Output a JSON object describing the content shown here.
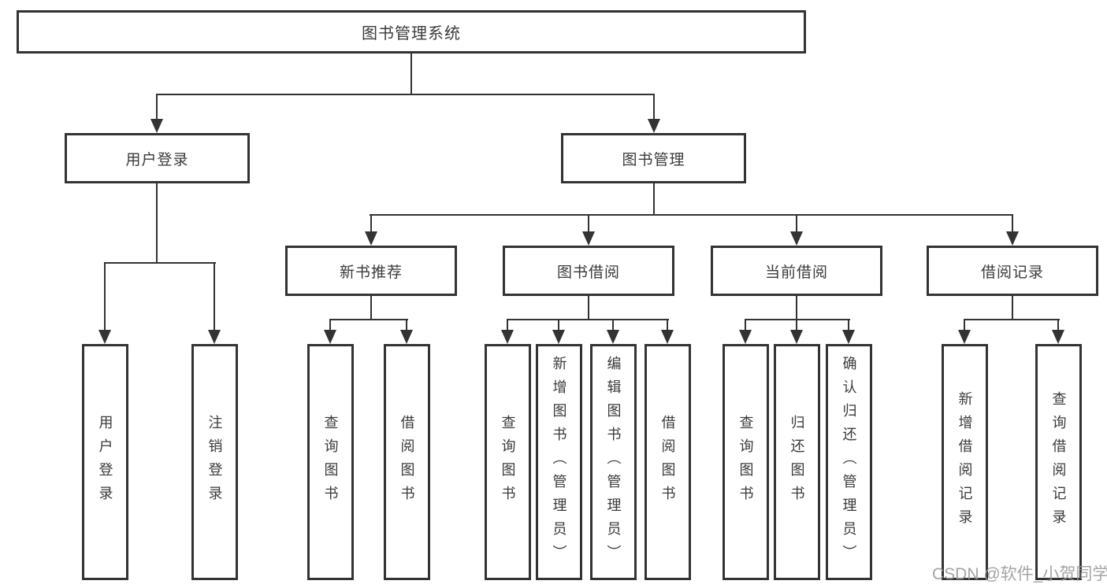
{
  "diagram": {
    "root": {
      "label": "图书管理系统"
    },
    "level2": [
      {
        "label": "用户登录"
      },
      {
        "label": "图书管理"
      }
    ],
    "level3": [
      {
        "label": "新书推荐"
      },
      {
        "label": "图书借阅"
      },
      {
        "label": "当前借阅"
      },
      {
        "label": "借阅记录"
      }
    ],
    "leaves": [
      {
        "label": "用户登录",
        "parent": "用户登录"
      },
      {
        "label": "注销登录",
        "parent": "用户登录"
      },
      {
        "label": "查询图书",
        "parent": "新书推荐"
      },
      {
        "label": "借阅图书",
        "parent": "新书推荐"
      },
      {
        "label": "查询图书",
        "parent": "图书借阅"
      },
      {
        "label": "新增图书（管理员）",
        "parent": "图书借阅"
      },
      {
        "label": "编辑图书（管理员）",
        "parent": "图书借阅"
      },
      {
        "label": "借阅图书",
        "parent": "图书借阅"
      },
      {
        "label": "查询图书",
        "parent": "当前借阅"
      },
      {
        "label": "归还图书",
        "parent": "当前借阅"
      },
      {
        "label": "确认归还（管理员）",
        "parent": "当前借阅"
      },
      {
        "label": "新增借阅记录",
        "parent": "借阅记录"
      },
      {
        "label": "查询借阅记录",
        "parent": "借阅记录"
      }
    ],
    "watermark": "CSDN @软件_小贺同学",
    "colors": {
      "line": "#333333",
      "text": "#3a3a3a",
      "box_background": "#ffffff",
      "watermark": "#9b9b9b",
      "page_background": "#ffffff"
    }
  }
}
